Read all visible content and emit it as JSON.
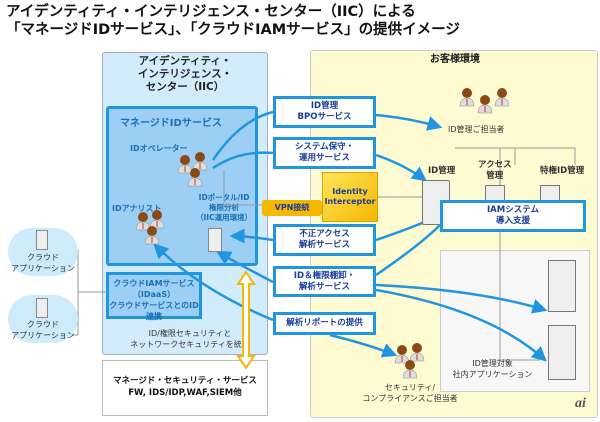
{
  "title": {
    "line1": "アイデンティティ・インテリジェンス・センター（IIC）による",
    "line2": "「マネージドIDサービス」、「クラウドIAMサービス」の提供イメージ"
  },
  "iic": {
    "title1": "アイデンティティ・",
    "title2": "インテリジェンス・",
    "title3": "センター（IIC）",
    "managed_title": "マネージドIDサービス",
    "operator": "IDオペレーター",
    "analyst": "IDアナリスト",
    "portal1": "IDポータル/ID",
    "portal2": "権限分析",
    "portal3": "（IIC運用環境）",
    "cloud_iam1": "クラウドIAMサービス",
    "cloud_iam2": "（IDaaS）",
    "cloud_iam3": "クラウドサービスとのID連携",
    "integrate1": "ID/権限セキュリティと",
    "integrate2": "ネットワークセキュリティを統合"
  },
  "mss": {
    "line1": "マネージド・セキュリティ・サービス",
    "line2": "FW, IDS/IDP,WAF,SIEM他"
  },
  "cloud_apps": [
    {
      "l1": "クラウド",
      "l2": "アプリケーション"
    },
    {
      "l1": "クラウド",
      "l2": "アプリケーション"
    }
  ],
  "services": [
    {
      "l1": "ID管理",
      "l2": "BPOサービス"
    },
    {
      "l1": "システム保守・",
      "l2": "運用サービス"
    },
    {
      "l1": "不正アクセス",
      "l2": "解析サービス"
    },
    {
      "l1": "ID＆権限棚卸・",
      "l2": "解析サービス"
    },
    {
      "l1": "解析リポートの提供",
      "l2": ""
    }
  ],
  "vpn": "VPN接続",
  "interceptor1": "Identity",
  "interceptor2": "Interceptor",
  "customer": {
    "title": "お客様環境",
    "id_admin": "ID管理ご担当者",
    "id_mgmt": "ID管理",
    "access1": "アクセス",
    "access2": "管理",
    "priv": "特権ID管理",
    "iam1": "IAMシステム",
    "iam2": "導入支援",
    "apps1": "ID管理対象",
    "apps2": "社内アプリケーション",
    "sec1": "セキュリティ/",
    "sec2": "コンプライアンスご担当者"
  },
  "logo": "ai",
  "colors": {
    "accent": "#2196e0",
    "iic_bg": "#d3ecfb",
    "customer_bg": "#fefbd2",
    "vpn": "#f5b700"
  }
}
